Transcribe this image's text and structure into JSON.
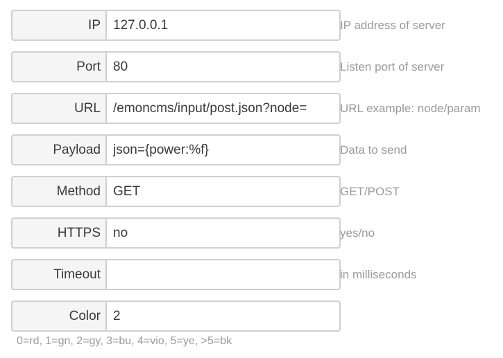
{
  "fields": [
    {
      "label": "IP",
      "value": "127.0.0.1",
      "hint": "IP address of server"
    },
    {
      "label": "Port",
      "value": "80",
      "hint": "Listen port of server"
    },
    {
      "label": "URL",
      "value": "/emoncms/input/post.json?node=",
      "hint": "URL example: node/param"
    },
    {
      "label": "Payload",
      "value": "json={power:%f}",
      "hint": "Data to send"
    },
    {
      "label": "Method",
      "value": "GET",
      "hint": "GET/POST"
    },
    {
      "label": "HTTPS",
      "value": "no",
      "hint": "yes/no"
    },
    {
      "label": "Timeout",
      "value": "",
      "hint": "in milliseconds"
    },
    {
      "label": "Color",
      "value": "2",
      "hint": ""
    }
  ],
  "color_legend": "0=rd, 1=gn, 2=gy, 3=bu, 4=vio, 5=ye, >5=bk"
}
